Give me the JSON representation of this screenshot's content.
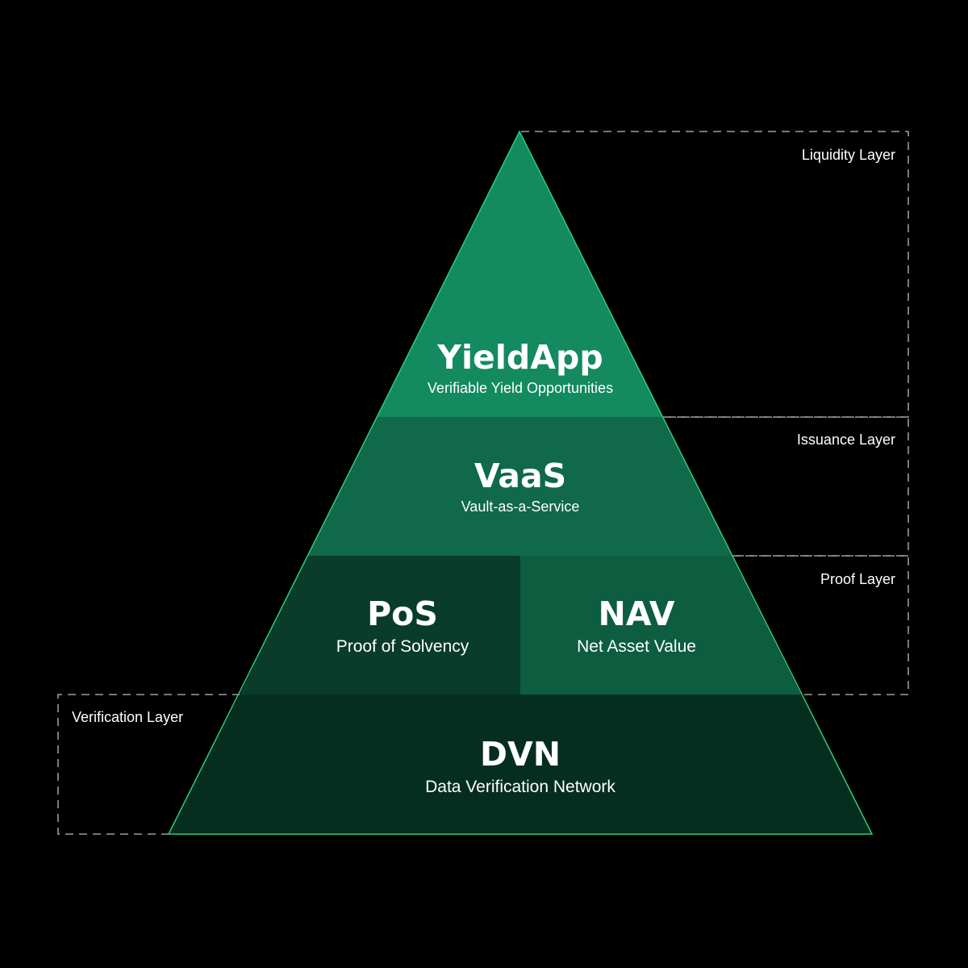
{
  "colors": {
    "background": "#000000",
    "outline": "#2ecc7a",
    "dashed": "#bdbdbd",
    "tier_yieldapp": "#138a5f",
    "tier_vaas": "#0f694a",
    "tier_pos": "#093c2a",
    "tier_nav": "#0d5d41",
    "tier_dvn": "#062e20"
  },
  "tiers": {
    "yieldapp": {
      "title": "YieldApp",
      "subtitle": "Verifiable Yield Opportunities"
    },
    "vaas": {
      "title": "VaaS",
      "subtitle": "Vault-as-a-Service"
    },
    "pos": {
      "title": "PoS",
      "subtitle": "Proof of Solvency"
    },
    "nav": {
      "title": "NAV",
      "subtitle": "Net Asset Value"
    },
    "dvn": {
      "title": "DVN",
      "subtitle": "Data Verification Network"
    }
  },
  "layers": {
    "liquidity": "Liquidity Layer",
    "issuance": "Issuance Layer",
    "proof": "Proof Layer",
    "verification": "Verification Layer"
  }
}
